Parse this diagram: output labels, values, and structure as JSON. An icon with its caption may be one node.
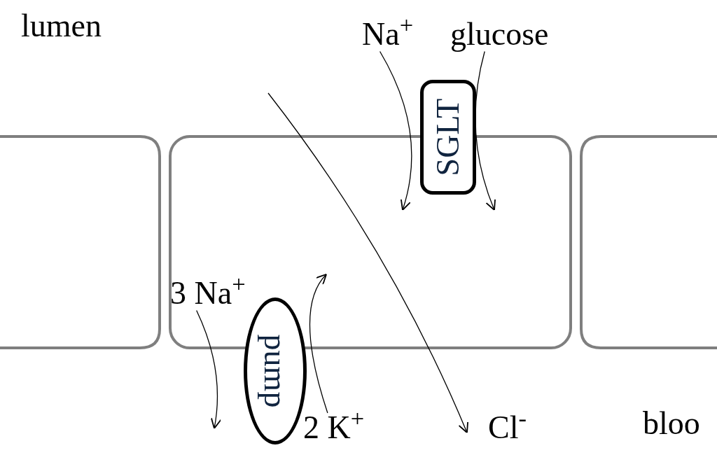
{
  "diagram": {
    "nodes": [
      {
        "text": [
          "Na$^{+}$"
        ]
      },
      {
        "text": [
          "glucose"
        ]
      },
      {
        "text": [
          "SGLT"
        ]
      },
      {
        "text": [
          "3 Na$^{+}$"
        ]
      },
      {
        "text": [
          "pump"
        ]
      },
      {
        "text": [
          "2 K$^{+}$"
        ]
      },
      {
        "text": [
          "Cl$^{-}$"
        ]
      }
    ],
    "edges": [
      {
        "from": 0,
        "to": null,
        "arrow": "to"
      },
      {
        "from": 1,
        "to": null,
        "arrow": "to"
      },
      {
        "from": 3,
        "to": null,
        "arrow": "to"
      },
      {
        "from": 5,
        "to": null,
        "arrow": "to"
      },
      {
        "from": null,
        "to": 6,
        "arrow": "to"
      }
    ],
    "labels": [
      "lumen",
      "bloo"
    ]
  }
}
